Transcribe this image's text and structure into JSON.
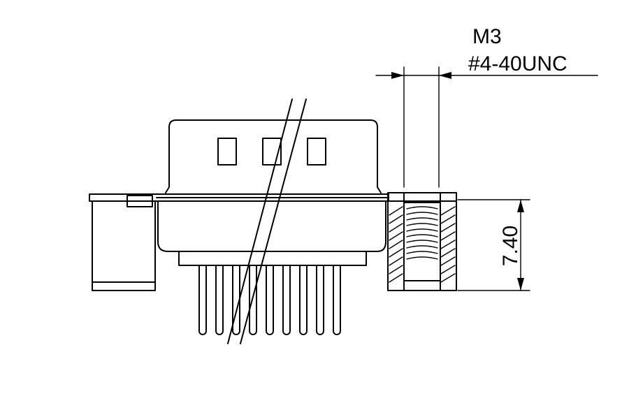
{
  "callout": {
    "metric_thread": "M3",
    "imperial_thread": "#4-40UNC"
  },
  "dimension": {
    "height": "7.40"
  }
}
